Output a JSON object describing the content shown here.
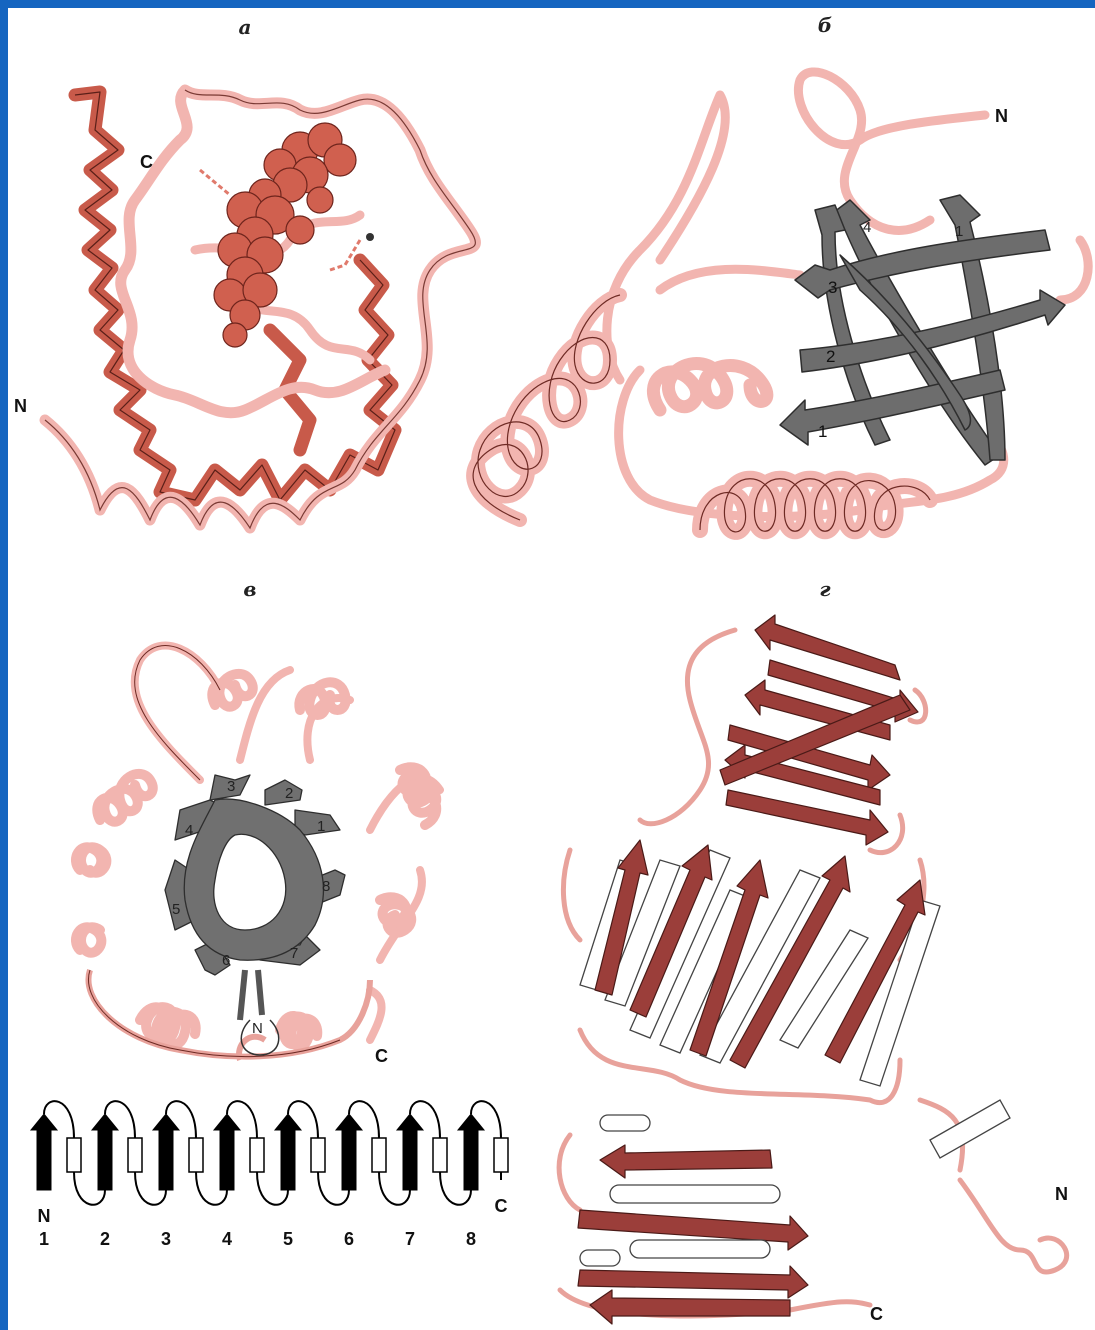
{
  "panels": {
    "a": {
      "letter": "а",
      "n_label": "N",
      "c_label": "C"
    },
    "b": {
      "letter": "б",
      "n_label": "N",
      "strand_labels": [
        "1",
        "2",
        "3",
        "4",
        "1"
      ]
    },
    "v": {
      "letter": "в",
      "n_label": "N",
      "c_label": "C",
      "strand_labels": [
        "1",
        "2",
        "3",
        "4",
        "5",
        "6",
        "7",
        "8"
      ]
    },
    "g": {
      "letter": "г",
      "n_label": "N",
      "c_label": "C"
    }
  },
  "topology": {
    "n_label": "N",
    "c_label": "C",
    "numbers": [
      "1",
      "2",
      "3",
      "4",
      "5",
      "6",
      "7",
      "8"
    ]
  },
  "colors": {
    "frame": "#1565c0",
    "helix_light": "#f2b5b0",
    "helix_dark": "#cc5544",
    "strand_grey": "#6d6d6d",
    "strand_red": "#9b3e3a",
    "cylinder": "#ffffff"
  }
}
